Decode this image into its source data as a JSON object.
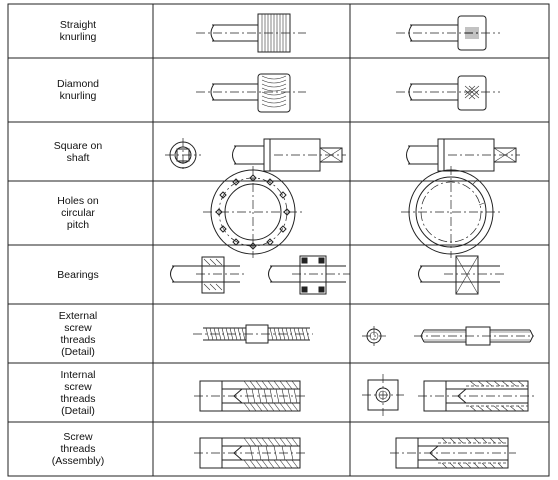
{
  "rows": [
    {
      "label": "Straight\nknurling"
    },
    {
      "label": "Diamond\nknurling"
    },
    {
      "label": "Square on\nshaft"
    },
    {
      "label": "Holes on\ncircular\npitch"
    },
    {
      "label": "Bearings"
    },
    {
      "label": "External\nscrew\nthreads\n(Detail)"
    },
    {
      "label": "Internal\nscrew\nthreads\n(Detail)"
    },
    {
      "label": "Screw\nthreads\n(Assembly)"
    }
  ]
}
